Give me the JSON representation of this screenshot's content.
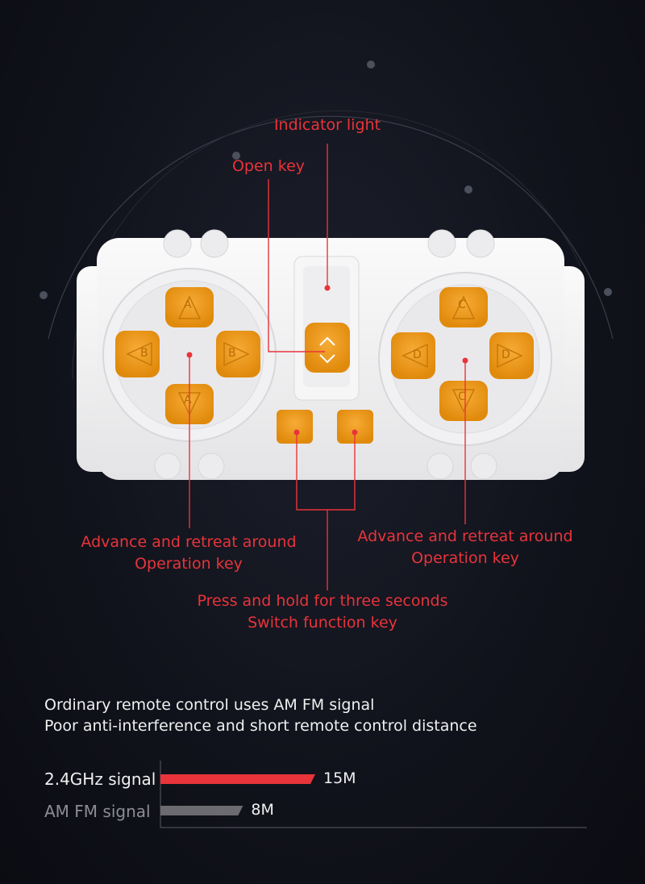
{
  "colors": {
    "accent": "#e8343a",
    "button_orange": "#ec9414",
    "body_white": "#f4f4f4",
    "background": "#11131c"
  },
  "callouts": {
    "indicator_light": "Indicator light",
    "open_key": "Open key",
    "left_operation_line1": "Advance and retreat around",
    "left_operation_line2": "Operation key",
    "right_operation_line1": "Advance and retreat around",
    "right_operation_line2": "Operation key",
    "switch_line1": "Press and hold for three seconds",
    "switch_line2": "Switch function key"
  },
  "remote": {
    "left_pad": {
      "up": "A",
      "down": "A",
      "left": "B",
      "right": "B"
    },
    "right_pad": {
      "up": "C",
      "down": "C",
      "left": "D",
      "right": "D"
    }
  },
  "info": {
    "line1": "Ordinary remote control uses AM FM signal",
    "line2": "Poor anti-interference and short remote control distance"
  },
  "signals": [
    {
      "label": "2.4GHz signal",
      "value": "15M",
      "distance_m": 15,
      "color": "#e8343a"
    },
    {
      "label": "AM FM signal",
      "value": "8M",
      "distance_m": 8,
      "color": "#6b6b70"
    }
  ]
}
